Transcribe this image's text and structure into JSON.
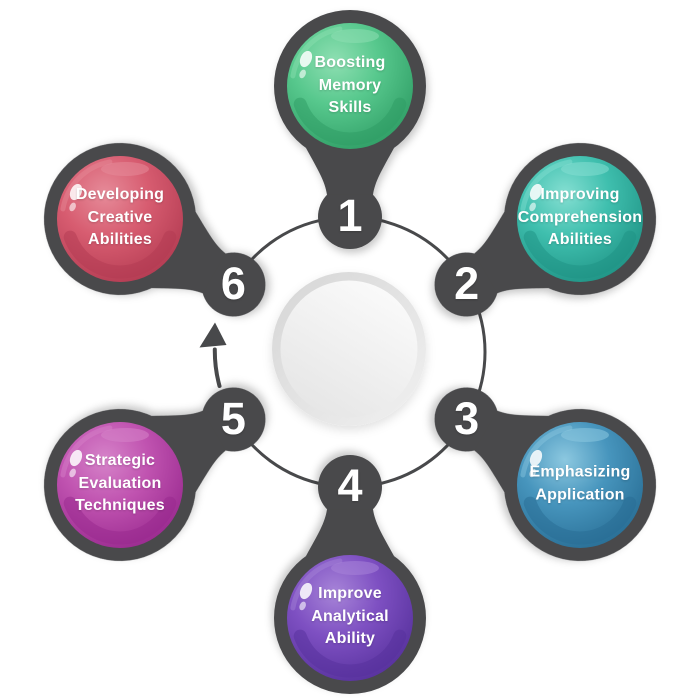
{
  "diagram": {
    "type": "circular-process-infographic",
    "background": "#ffffff",
    "ring_color": "#48494b",
    "text_color": "#ffffff",
    "icons": {
      "flow_arrow": "curved-arrow-counterclockwise-up"
    },
    "center": {
      "rim_dark": "#d5d5d5",
      "rim_light": "#f1f1f1",
      "fill_light": "#fbfbfb",
      "fill_dark": "#e5e5e5"
    },
    "nodes": [
      {
        "number": "1",
        "label": "Boosting Memory Skills",
        "lines": [
          "Boosting",
          "Memory",
          "Skills"
        ],
        "colors": {
          "light": "#8edfb2",
          "main": "#57c88d",
          "dark": "#2e9c64"
        }
      },
      {
        "number": "2",
        "label": "Improving Comprehension Abilities",
        "lines": [
          "Improving",
          "Comprehension",
          "Abilities"
        ],
        "colors": {
          "light": "#85dfd2",
          "main": "#3fbfae",
          "dark": "#1e9183"
        }
      },
      {
        "number": "3",
        "label": "Emphasizing Application",
        "lines": [
          "Emphasizing",
          "Application"
        ],
        "colors": {
          "light": "#8cc8e0",
          "main": "#4795bd",
          "dark": "#276c93"
        }
      },
      {
        "number": "4",
        "label": "Improve Analytical Ability",
        "lines": [
          "Improve",
          "Analytical",
          "Ability"
        ],
        "colors": {
          "light": "#a784d8",
          "main": "#7e50c2",
          "dark": "#55309b"
        }
      },
      {
        "number": "5",
        "label": "Strategic Evaluation Techniques",
        "lines": [
          "Strategic",
          "Evaluation",
          "Techniques"
        ],
        "colors": {
          "light": "#d683c9",
          "main": "#c053b0",
          "dark": "#98288e"
        }
      },
      {
        "number": "6",
        "label": "Developing Creative Abilities",
        "lines": [
          "Developing",
          "Creative",
          "Abilities"
        ],
        "colors": {
          "light": "#e68b99",
          "main": "#d75c70",
          "dark": "#b23a51"
        }
      }
    ]
  }
}
